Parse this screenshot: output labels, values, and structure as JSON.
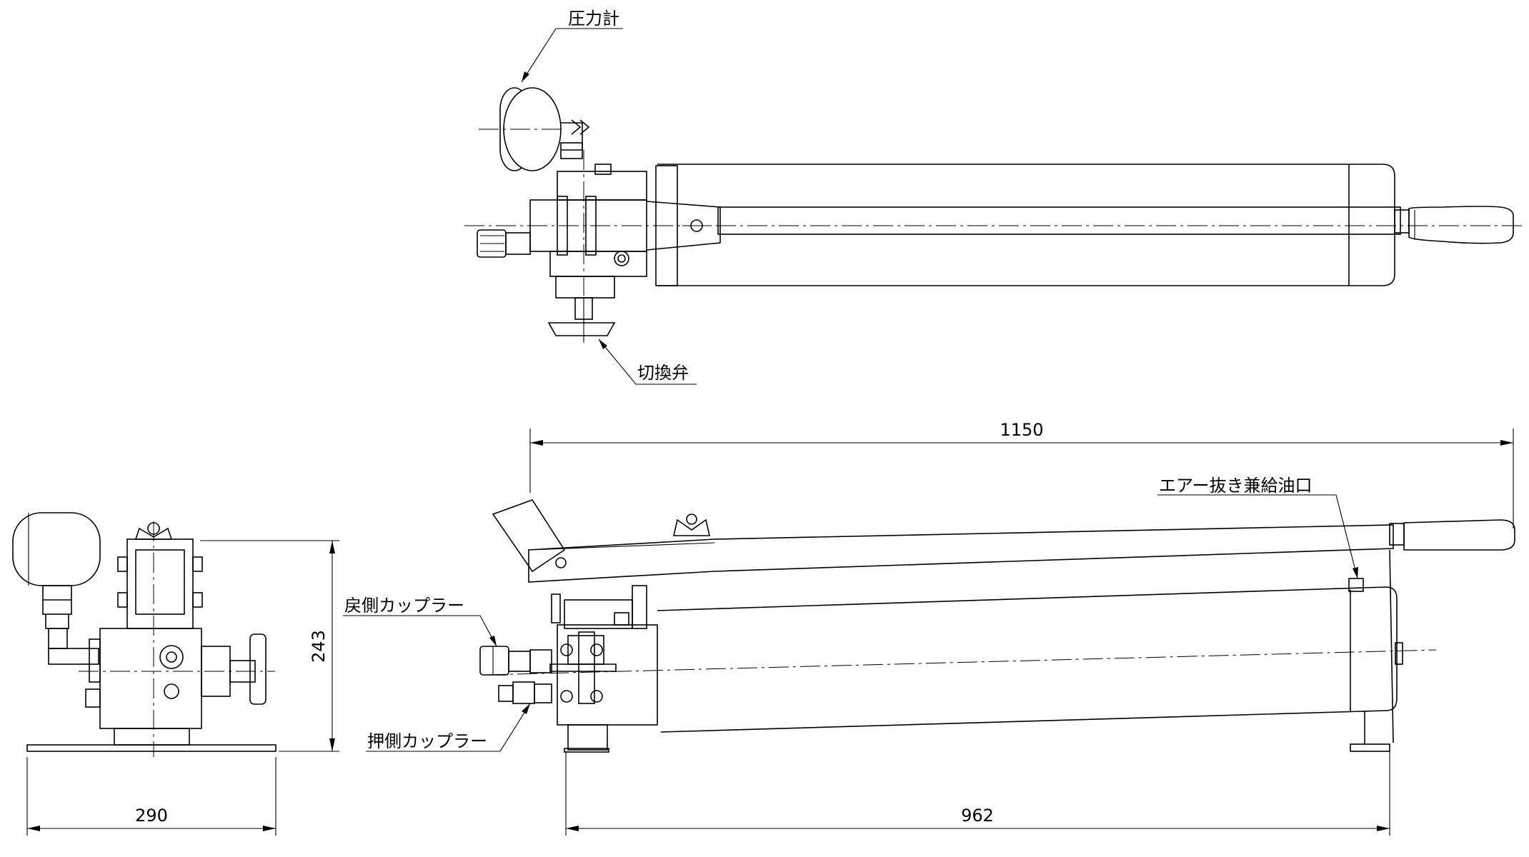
{
  "labels": {
    "pressure_gauge": "圧力計",
    "selector_valve": "切換弁",
    "air_vent_oil_port": "エアー抜き兼給油口",
    "return_coupler": "戻側カップラー",
    "push_coupler": "押側カップラー"
  },
  "dimensions": {
    "overall_length": "1150",
    "base_length": "962",
    "base_width": "290",
    "height": "243"
  },
  "colors": {
    "line": "#000000",
    "background": "#ffffff"
  }
}
